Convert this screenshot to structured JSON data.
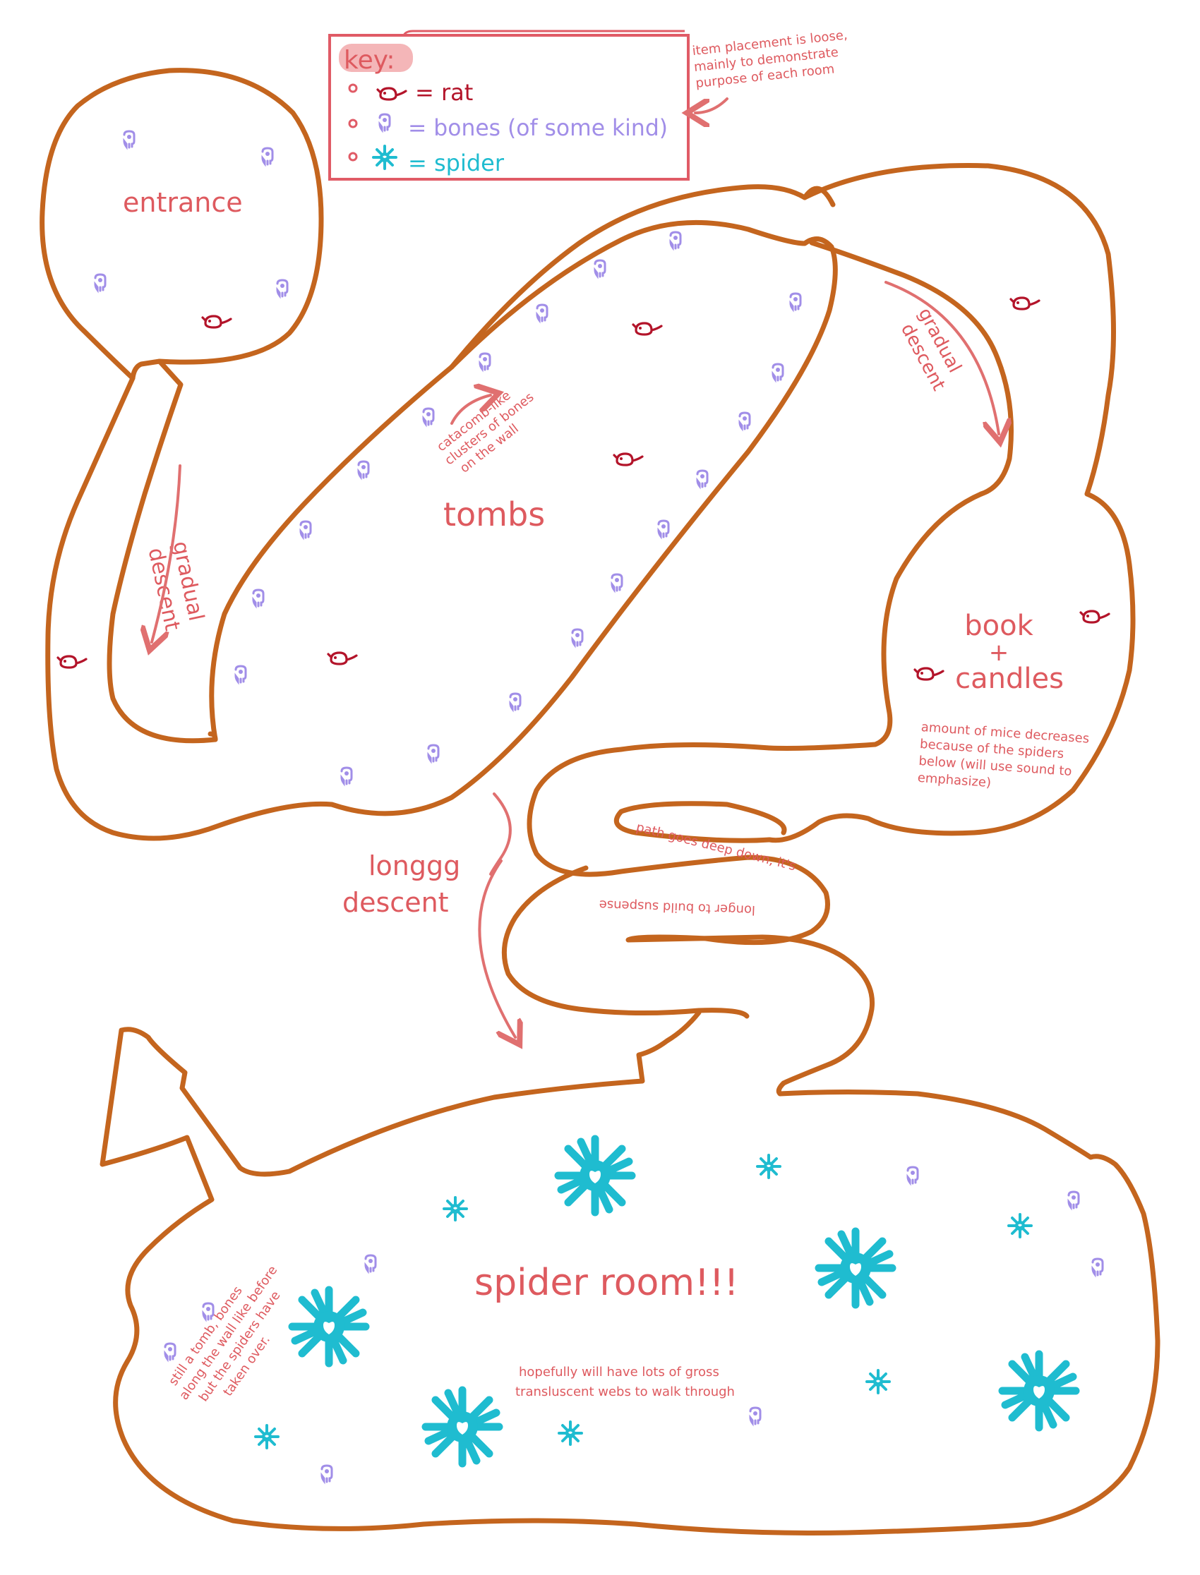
{
  "colors": {
    "outline": "#c4651e",
    "label": "#de5a5f",
    "rat": "#b3142a",
    "bones": "#a18ee8",
    "spider": "#1fbcd0",
    "key_border": "#e05b66",
    "key_highlight": "#f4b6b8"
  },
  "key": {
    "title": "key:",
    "items": [
      {
        "icon": "rat-icon",
        "text": "= rat"
      },
      {
        "icon": "bones-icon",
        "text": "= bones (of some kind)"
      },
      {
        "icon": "spider-icon",
        "text": "= spider"
      }
    ],
    "side_note": [
      "item placement is loose,",
      "mainly to demonstrate",
      "purpose of each room"
    ]
  },
  "rooms": {
    "entrance": "entrance",
    "tombs": "tombs",
    "book_candles": [
      "book",
      "+",
      "candles"
    ],
    "spider_room": "spider room!!!"
  },
  "annotations": {
    "gradual_descent_left": [
      "gradual",
      "descent"
    ],
    "gradual_descent_right": [
      "gradual",
      "descent"
    ],
    "catacomb": [
      "catacomb-like",
      "clusters of bones",
      "on the wall"
    ],
    "mice_decrease": [
      "amount of mice decreases",
      "because of the spiders",
      "below (will use sound to",
      "emphasize)"
    ],
    "long_descent": [
      "longgg",
      "descent"
    ],
    "path_note": "path goes deep down, it's",
    "path_note_flipped": "longer to build suspense",
    "webs": [
      "hopefully will have lots of gross",
      "transluscent webs to walk through"
    ],
    "still_tomb": [
      "still a tomb, bones",
      "along the wall like before",
      "but the spiders have",
      "taken over."
    ]
  }
}
